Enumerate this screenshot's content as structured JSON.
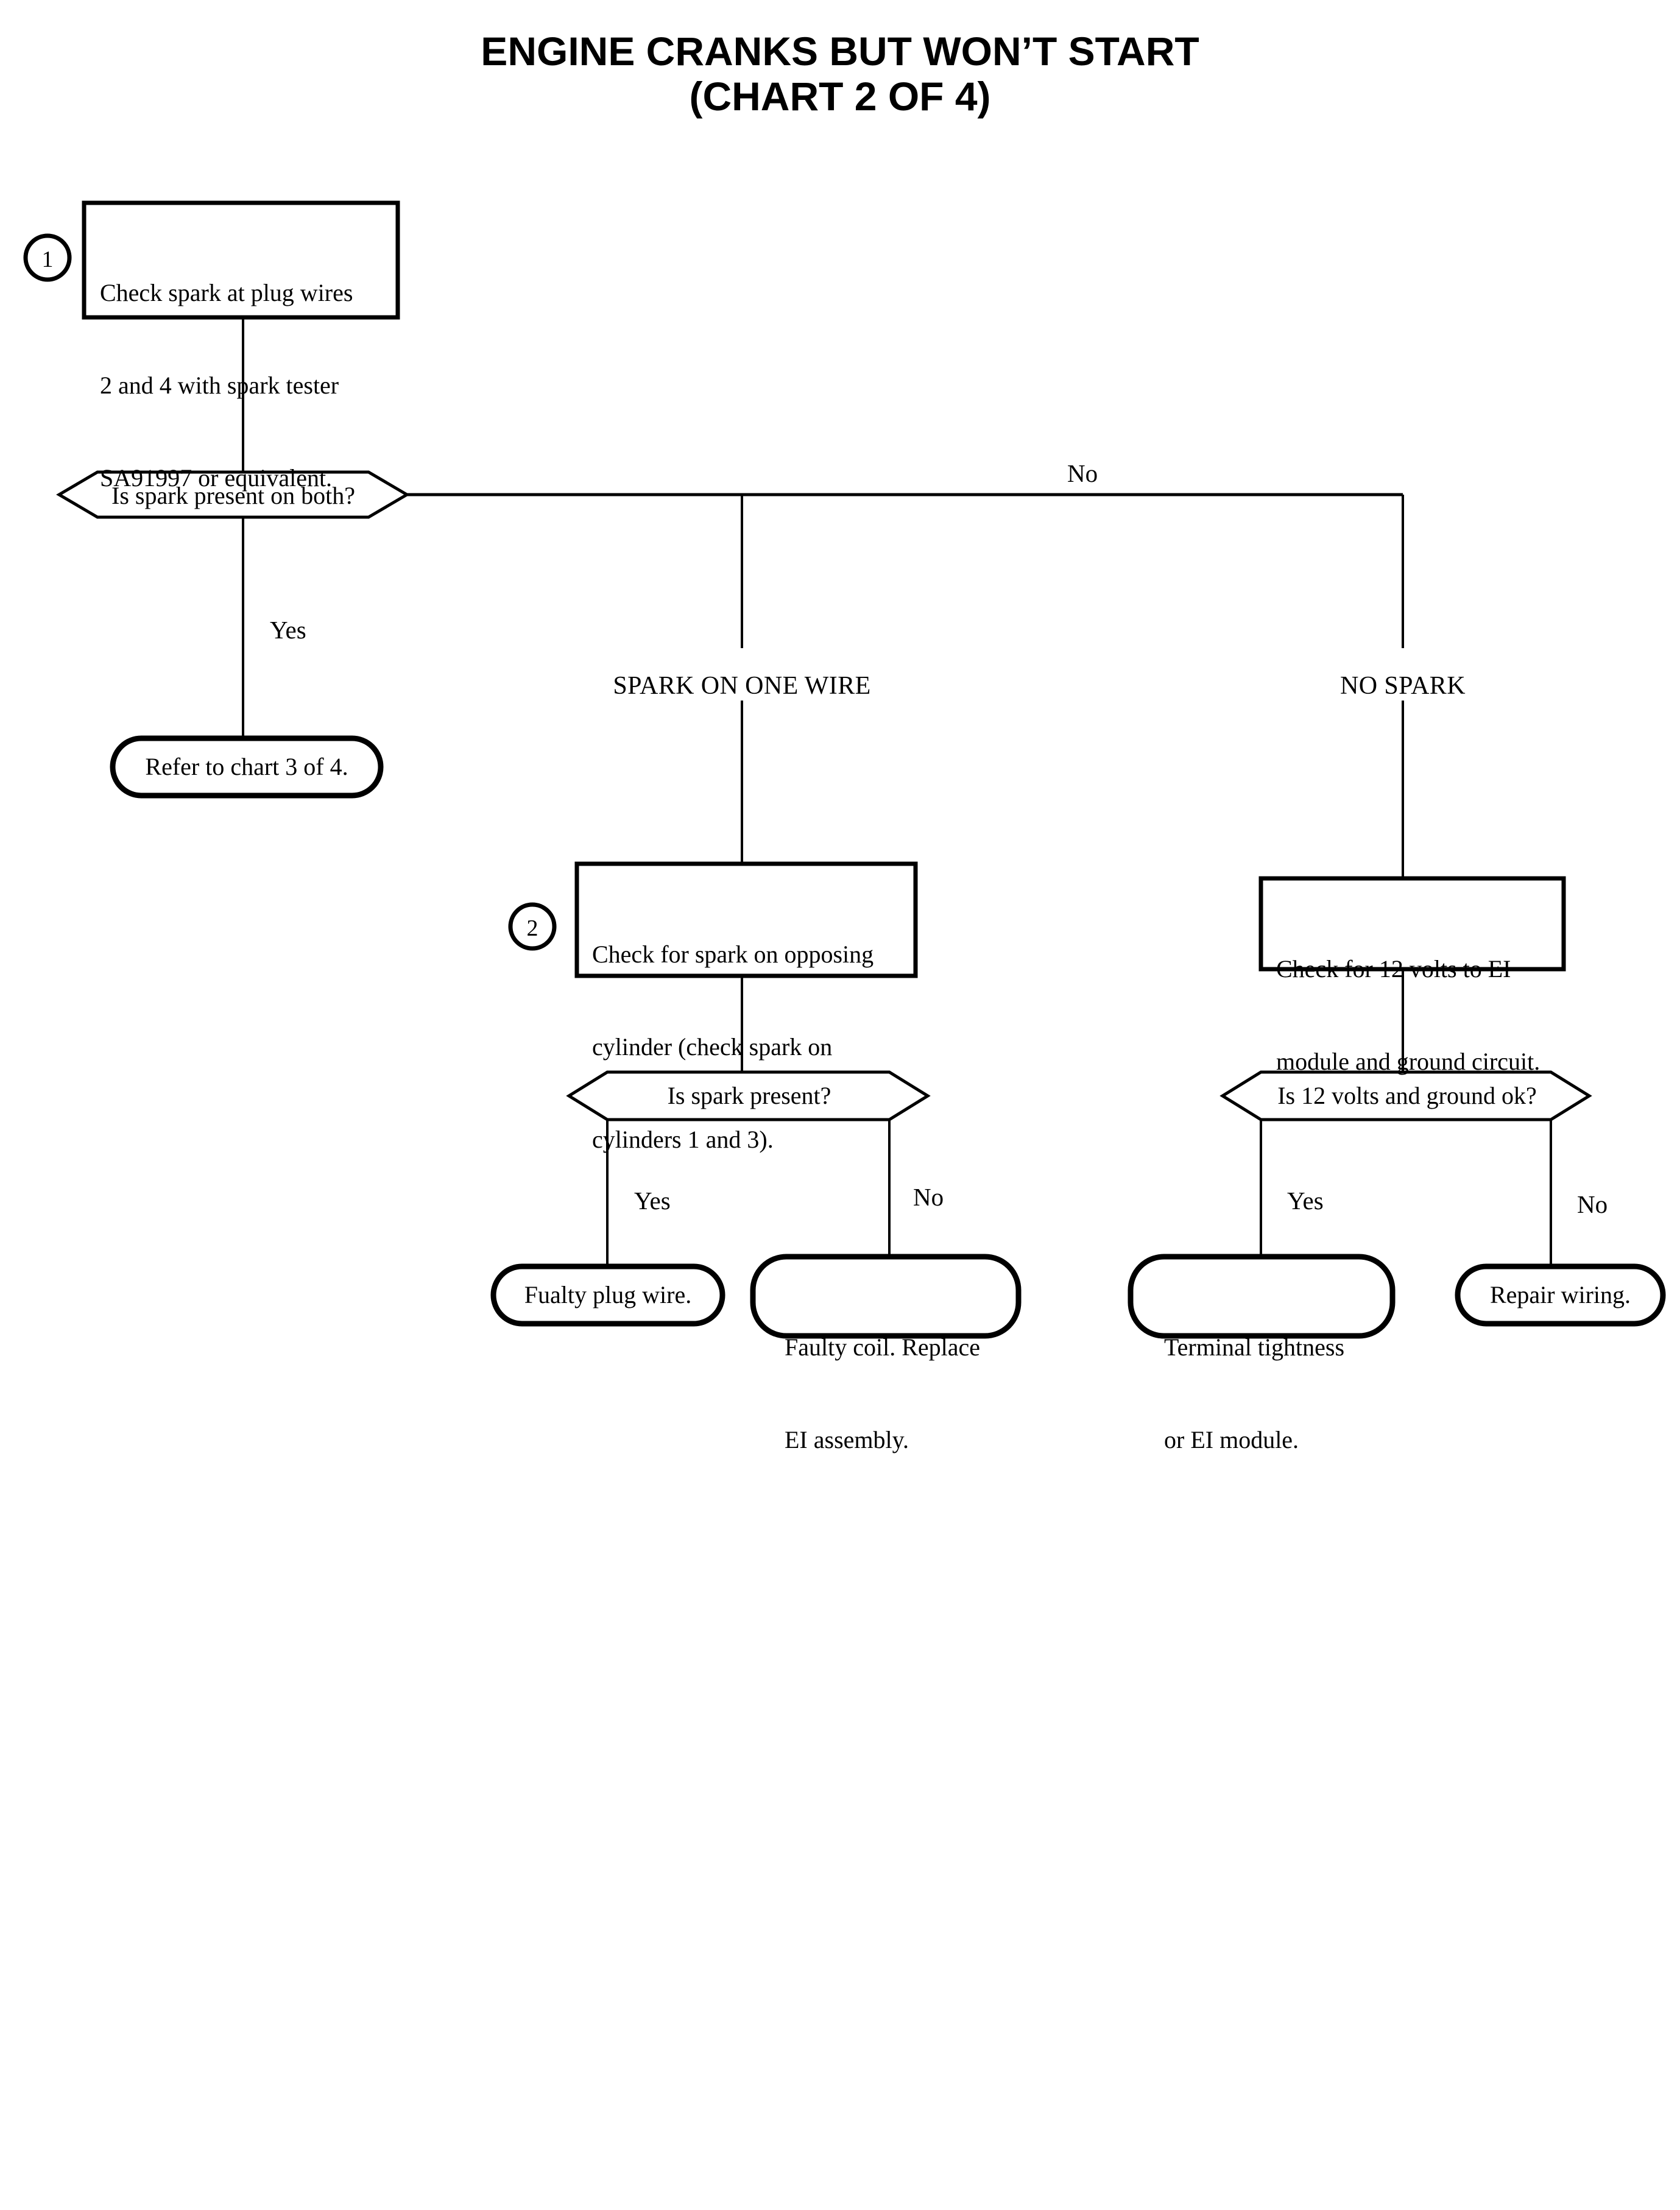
{
  "title": {
    "line1": "ENGINE CRANKS BUT WON’T START",
    "line2": "(CHART 2 OF 4)"
  },
  "colors": {
    "stroke": "#000000",
    "background": "#ffffff",
    "text": "#000000"
  },
  "steps": {
    "one": "1",
    "two": "2"
  },
  "nodes": {
    "check_spark_plug_wires": {
      "line1": "Check spark at plug wires",
      "line2": "2 and 4 with spark tester",
      "line3": "SA91997 or equivalent."
    },
    "is_spark_present_on_both": "Is spark present on both?",
    "refer_to_chart_3": "Refer to chart 3 of 4.",
    "check_opposing_cylinder": {
      "line1": "Check for spark on opposing",
      "line2": "cylinder (check spark on",
      "line3": "cylinders 1 and 3)."
    },
    "check_12_volts": {
      "line1": "Check for 12 volts to EI",
      "line2": "module and ground circuit."
    },
    "is_spark_present": "Is spark present?",
    "is_12_volts_ok": "Is 12 volts and ground ok?",
    "faulty_plug_wire": "Fualty plug wire.",
    "faulty_coil": {
      "line1": "Faulty coil. Replace",
      "line2": "EI assembly."
    },
    "terminal_tightness": {
      "line1": "Terminal tightness",
      "line2": "or EI module."
    },
    "repair_wiring": "Repair wiring."
  },
  "state_labels": {
    "spark_on_one_wire": "SPARK ON ONE WIRE",
    "no_spark": "NO SPARK"
  },
  "branch_labels": {
    "root_yes": "Yes",
    "root_no": "No",
    "spark_yes": "Yes",
    "spark_no": "No",
    "volts_yes": "Yes",
    "volts_no": "No"
  },
  "chart_data": {
    "type": "diagram",
    "diagram_kind": "flowchart",
    "title": "ENGINE CRANKS BUT WON’T START (CHART 2 OF 4)",
    "nodes": [
      {
        "id": "n1",
        "shape": "process",
        "step": "1",
        "text": "Check spark at plug wires 2 and 4 with spark tester SA91997 or equivalent."
      },
      {
        "id": "d1",
        "shape": "decision",
        "text": "Is spark present on both?"
      },
      {
        "id": "t1",
        "shape": "terminator",
        "text": "Refer to chart 3 of 4."
      },
      {
        "id": "s1",
        "shape": "label",
        "text": "SPARK ON ONE WIRE"
      },
      {
        "id": "s2",
        "shape": "label",
        "text": "NO SPARK"
      },
      {
        "id": "n2",
        "shape": "process",
        "step": "2",
        "text": "Check for spark on opposing cylinder (check spark on cylinders 1 and 3)."
      },
      {
        "id": "n3",
        "shape": "process",
        "text": "Check for 12 volts to EI module and ground circuit."
      },
      {
        "id": "d2",
        "shape": "decision",
        "text": "Is spark present?"
      },
      {
        "id": "d3",
        "shape": "decision",
        "text": "Is 12 volts and ground ok?"
      },
      {
        "id": "t2",
        "shape": "terminator",
        "text": "Fualty plug wire."
      },
      {
        "id": "t3",
        "shape": "terminator",
        "text": "Faulty coil. Replace EI assembly."
      },
      {
        "id": "t4",
        "shape": "terminator",
        "text": "Terminal tightness or EI module."
      },
      {
        "id": "t5",
        "shape": "terminator",
        "text": "Repair wiring."
      }
    ],
    "edges": [
      {
        "from": "n1",
        "to": "d1",
        "label": ""
      },
      {
        "from": "d1",
        "to": "t1",
        "label": "Yes"
      },
      {
        "from": "d1",
        "to": "s1",
        "label": "No"
      },
      {
        "from": "d1",
        "to": "s2",
        "label": "No"
      },
      {
        "from": "s1",
        "to": "n2",
        "label": ""
      },
      {
        "from": "s2",
        "to": "n3",
        "label": ""
      },
      {
        "from": "n2",
        "to": "d2",
        "label": ""
      },
      {
        "from": "n3",
        "to": "d3",
        "label": ""
      },
      {
        "from": "d2",
        "to": "t2",
        "label": "Yes"
      },
      {
        "from": "d2",
        "to": "t3",
        "label": "No"
      },
      {
        "from": "d3",
        "to": "t4",
        "label": "Yes"
      },
      {
        "from": "d3",
        "to": "t5",
        "label": "No"
      }
    ]
  }
}
